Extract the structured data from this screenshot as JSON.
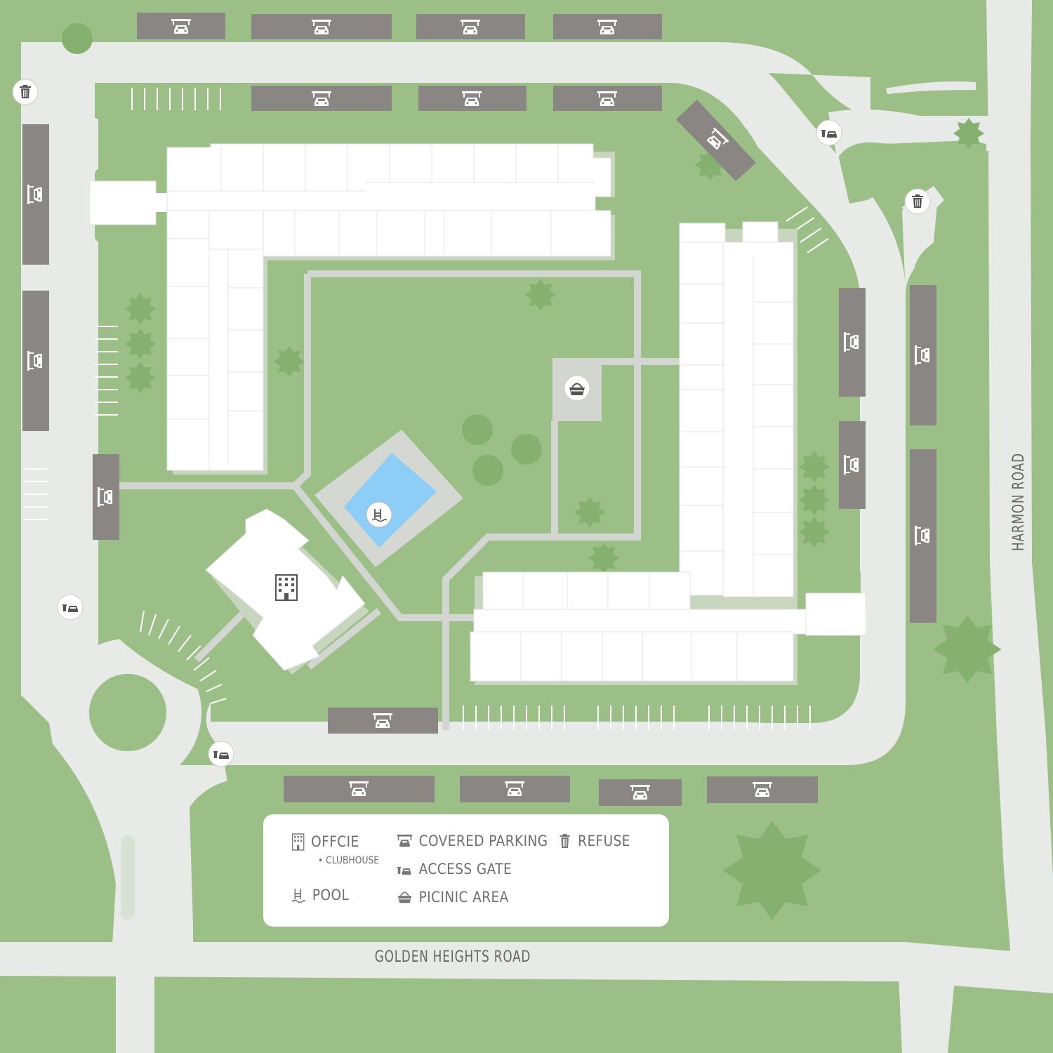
{
  "colors": {
    "grass": "#9bbf86",
    "road": "#e8eae8",
    "building": "#ffffff",
    "carport": "#8a8683",
    "path": "#d2d5d0",
    "pool_water": "#8ecdf5",
    "pool_deck": "#d5d8d2",
    "tree": "#86b070",
    "text": "#6e6e6e"
  },
  "roads": {
    "south": "GOLDEN HEIGHTS ROAD",
    "east": "HARMON ROAD"
  },
  "legend": {
    "office": {
      "icon": "office-building-icon",
      "label": "OFFCIE",
      "sub": "• CLUBHOUSE"
    },
    "pool": {
      "icon": "pool-ladder-icon",
      "label": "POOL"
    },
    "covered_parking": {
      "icon": "covered-parking-icon",
      "label": "COVERED PARKING"
    },
    "access_gate": {
      "icon": "access-gate-icon",
      "label": "ACCESS GATE"
    },
    "picnic_area": {
      "icon": "picnic-basket-icon",
      "label": "PICINIC AREA"
    },
    "refuse": {
      "icon": "trash-can-icon",
      "label": "REFUSE"
    }
  }
}
